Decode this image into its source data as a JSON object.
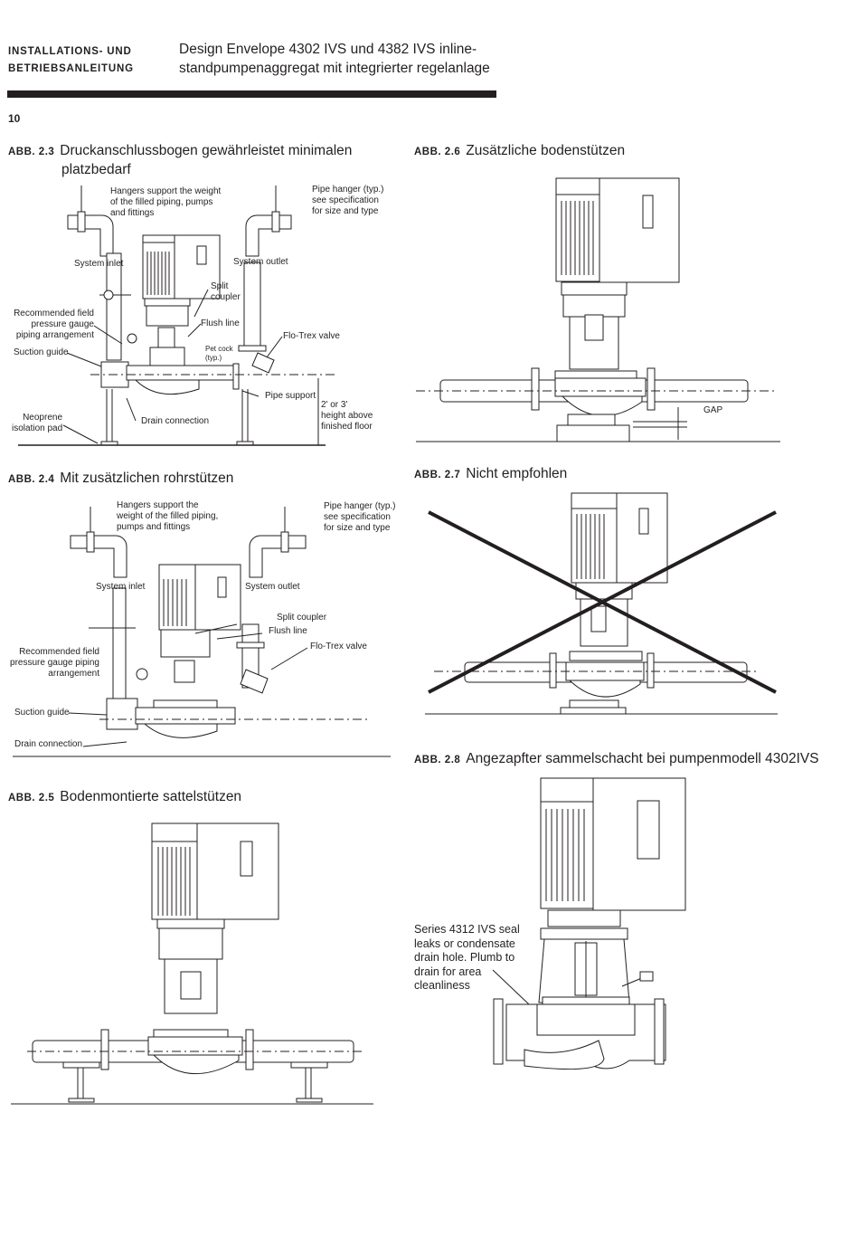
{
  "header": {
    "left_line1": "INSTALLATIONS- UND",
    "left_line2": "BETRIEBSANLEITUNG",
    "title_line1": "Design Envelope 4302 IVS und 4382 IVS inline-",
    "title_line2": "standpumpenaggregat mit integrierter regelanlage"
  },
  "page_number": "10",
  "figures": {
    "fig23": {
      "label": "ABB. 2.3",
      "caption_line1": "Druckanschlussbogen gewährleistet minimalen",
      "caption_line2": "platzbedarf",
      "callouts": {
        "hangers1": "Hangers support the weight",
        "hangers2": "of the filled piping, pumps",
        "hangers3": "and fittings",
        "pipe_hanger1": "Pipe hanger (typ.)",
        "pipe_hanger2": "see specification",
        "pipe_hanger3": "for size and type",
        "system_inlet": "System inlet",
        "system_outlet": "System outlet",
        "split1": "Split",
        "split2": "coupler",
        "gauge1": "Recommended field",
        "gauge2": "pressure gauge",
        "gauge3": "piping arrangement",
        "flush_line": "Flush line",
        "pet_cock1": "Pet cock",
        "pet_cock2": "(typ.)",
        "flo_trex": "Flo-Trex valve",
        "suction_guide": "Suction guide",
        "pipe_support": "Pipe support",
        "neoprene1": "Neoprene",
        "neoprene2": "isolation pad",
        "drain_connection": "Drain connection",
        "height1": "2' or 3'",
        "height2": "height above",
        "height3": "finished floor"
      }
    },
    "fig24": {
      "label": "ABB. 2.4",
      "caption": "Mit zusätzlichen rohrstützen",
      "callouts": {
        "hangers1": "Hangers support the",
        "hangers2": "weight of the filled piping,",
        "hangers3": "pumps and fittings",
        "pipe_hanger1": "Pipe hanger (typ.)",
        "pipe_hanger2": "see specification",
        "pipe_hanger3": "for size and type",
        "system_inlet": "System inlet",
        "system_outlet": "System outlet",
        "split_coupler": "Split coupler",
        "flush_line": "Flush line",
        "flo_trex": "Flo-Trex valve",
        "gauge1": "Recommended field",
        "gauge2": "pressure gauge piping",
        "gauge3": "arrangement",
        "suction_guide": "Suction guide",
        "drain_connection": "Drain connection"
      }
    },
    "fig25": {
      "label": "ABB. 2.5",
      "caption": "Bodenmontierte sattelstützen"
    },
    "fig26": {
      "label": "ABB. 2.6",
      "caption": "Zusätzliche bodenstützen",
      "gap": "GAP"
    },
    "fig27": {
      "label": "ABB. 2.7",
      "caption": "Nicht empfohlen"
    },
    "fig28": {
      "label": "ABB. 2.8",
      "caption": "Angezapfter sammelschacht bei pumpenmodell 4302IVS",
      "note1": "Series 4312 IVS seal",
      "note2": "leaks or condensate",
      "note3": "drain hole. Plumb to",
      "note4": "drain for area",
      "note5": "cleanliness"
    }
  }
}
